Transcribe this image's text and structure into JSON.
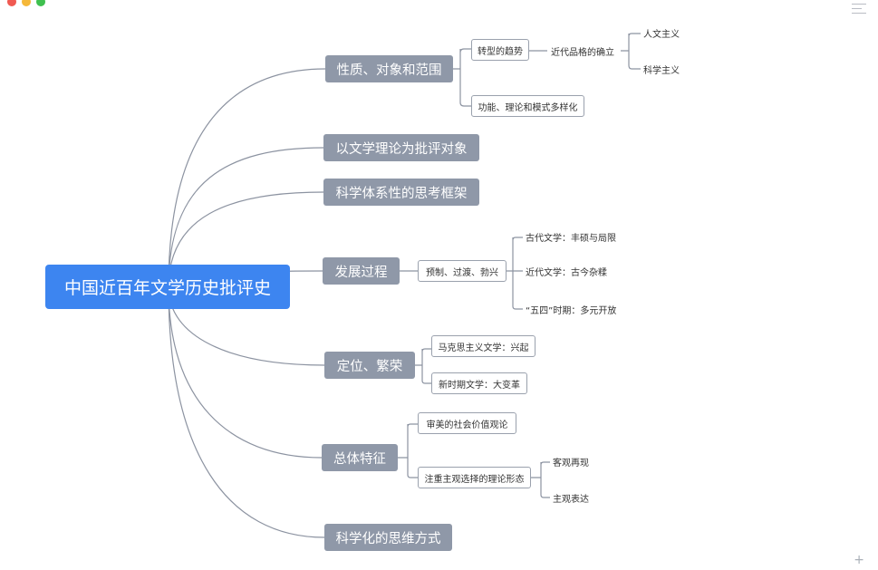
{
  "window": {
    "close_color": "#f05a52",
    "minimize_color": "#f5b83a",
    "maximize_color": "#3fc04f"
  },
  "toolbar": {
    "menu_icon": "hamburger-icon",
    "zoom_icon": "plus-icon",
    "zoom_symbol": "+"
  },
  "colors": {
    "root": "#3d85f0",
    "branch": "#8f98a8",
    "line": "#8c93a1"
  },
  "mindmap": {
    "root": "中国近百年文学历史批评史",
    "branches": [
      {
        "label": "性质、对象和范围",
        "children": [
          {
            "label": "转型的趋势",
            "child": {
              "label": "近代品格的确立",
              "children": [
                "人文主义",
                "科学主义"
              ]
            }
          },
          {
            "label": "功能、理论和模式多样化"
          }
        ]
      },
      {
        "label": "以文学理论为批评对象"
      },
      {
        "label": "科学体系性的思考框架"
      },
      {
        "label": "发展过程",
        "children": [
          {
            "label": "预制、过渡、勃兴",
            "children": [
              "古代文学：丰硕与局限",
              "近代文学：古今杂糅",
              "“五四”时期：多元开放"
            ]
          }
        ]
      },
      {
        "label": "定位、繁荣",
        "children": [
          {
            "label": "马克思主义文学：兴起"
          },
          {
            "label": "新时期文学：大变革"
          }
        ]
      },
      {
        "label": "总体特征",
        "children": [
          {
            "label": "审美的社会价值观论"
          },
          {
            "label": "注重主观选择的理论形态",
            "children": [
              "客观再现",
              "主观表达"
            ]
          }
        ]
      },
      {
        "label": "科学化的思维方式"
      }
    ]
  }
}
